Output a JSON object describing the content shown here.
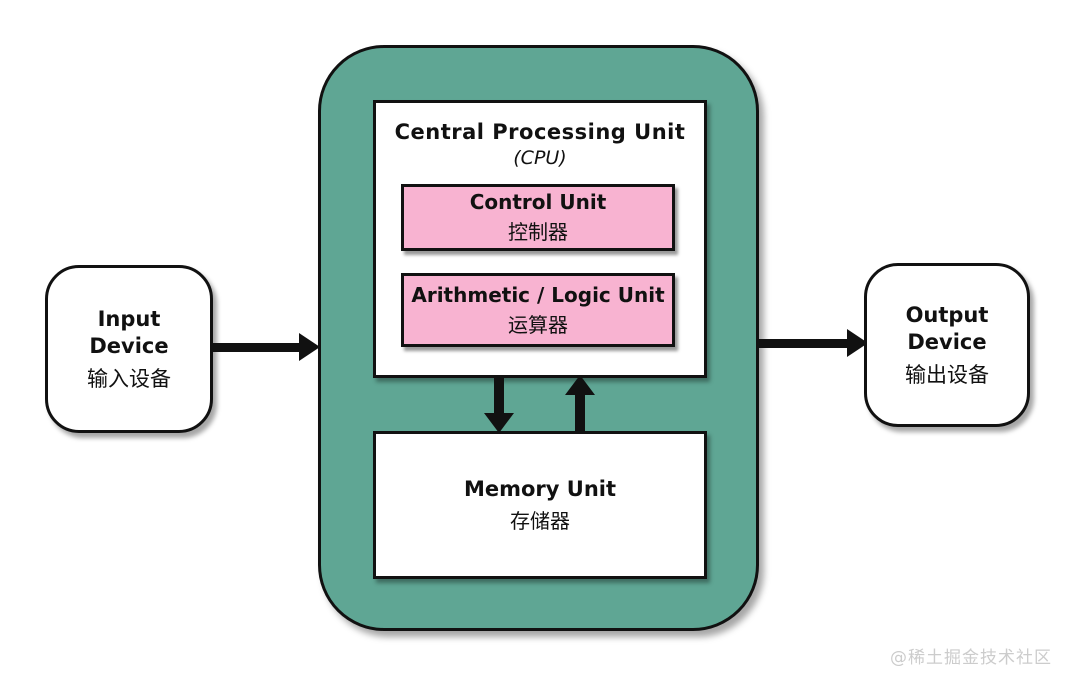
{
  "cpu": {
    "title": "Central Processing Unit",
    "subtitle": "(CPU)",
    "control_unit": {
      "label_en": "Control Unit",
      "label_zh": "控制器"
    },
    "alu": {
      "label_en": "Arithmetic / Logic Unit",
      "label_zh": "运算器"
    }
  },
  "memory": {
    "label_en": "Memory Unit",
    "label_zh": "存储器"
  },
  "input_device": {
    "line1": "Input",
    "line2": "Device",
    "label_zh": "输入设备"
  },
  "output_device": {
    "line1": "Output",
    "line2": "Device",
    "label_zh": "输出设备"
  },
  "watermark": "@稀土掘金技术社区",
  "colors": {
    "teal": "#5fa694",
    "pink": "#f8b3d1",
    "ink": "#111111",
    "paper": "#ffffff",
    "watermark": "#cccccc"
  }
}
